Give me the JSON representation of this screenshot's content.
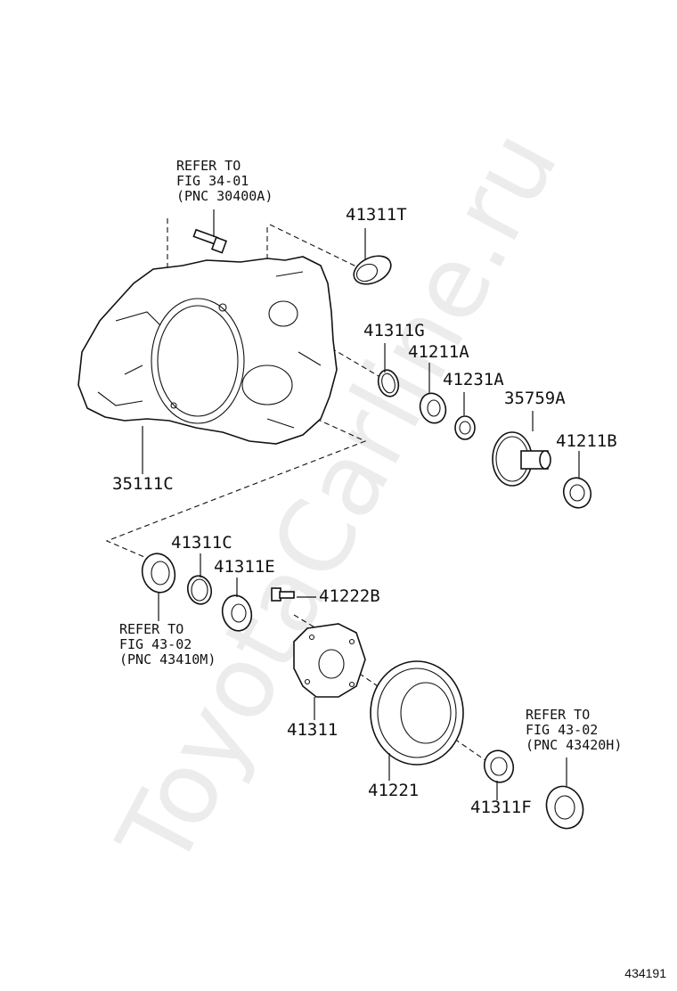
{
  "parts": {
    "p41311T": "41311T",
    "p41311G": "41311G",
    "p41211A": "41211A",
    "p41231A": "41231A",
    "p35759A": "35759A",
    "p41211B": "41211B",
    "p35111C": "35111C",
    "p41311C": "41311C",
    "p41311E": "41311E",
    "p41222B": "41222B",
    "p41311": "41311",
    "p41221": "41221",
    "p41311F": "41311F"
  },
  "refs": {
    "top": [
      "REFER TO",
      "FIG 34-01",
      "(PNC 30400A)"
    ],
    "left": [
      "REFER TO",
      "FIG 43-02",
      "(PNC 43410M)"
    ],
    "right": [
      "REFER TO",
      "FIG 43-02",
      "(PNC 43420H)"
    ]
  },
  "watermark": "ToyotaCarline.ru",
  "diagram_code": "434191"
}
